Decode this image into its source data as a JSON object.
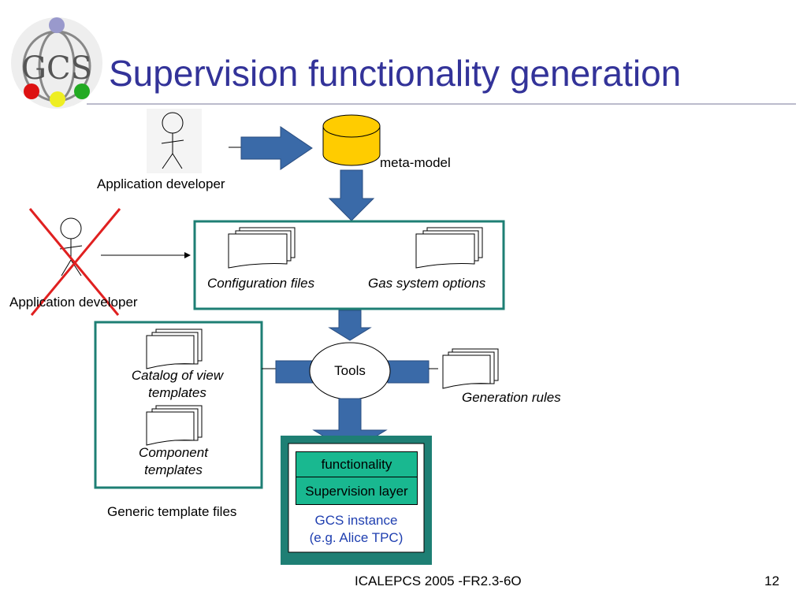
{
  "title": "Supervision functionality generation",
  "logo": {
    "text": "GCS",
    "colors": [
      "#9999cc",
      "#dd1111",
      "#eeee22",
      "#22aa22"
    ]
  },
  "actors": {
    "developer_top": "Application developer",
    "developer_crossed": "Application developer"
  },
  "meta_model": "meta-model",
  "config_box": {
    "configuration_files": "Configuration files",
    "gas_system_options": "Gas system options"
  },
  "templates_box": {
    "catalog": "Catalog of view\ntemplates",
    "component": "Component\ntemplates",
    "caption": "Generic template files"
  },
  "tools": "Tools",
  "generation_rules": "Generation rules",
  "gcs_instance": {
    "functionality": "functionality",
    "supervision_layer": "Supervision layer",
    "caption": "GCS instance\n(e.g. Alice TPC)"
  },
  "footer": {
    "conference": "ICALEPCS 2005 -FR2.3-6O",
    "page": "12"
  },
  "colors": {
    "title": "#333399",
    "teal": "#1e7f74",
    "arrow": "#3a6aa8",
    "cylinder": "#ffcc00",
    "green": "#19b890",
    "instance_text": "#1f3fb0",
    "cross": "#e02020"
  }
}
